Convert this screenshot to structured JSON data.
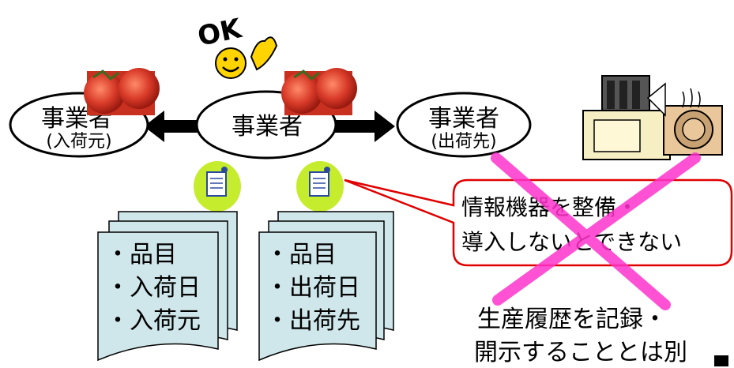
{
  "ok_text": "OK",
  "nodes": {
    "left": {
      "line1": "事業者",
      "line2": "(入荷元)"
    },
    "center": {
      "line1": "事業者"
    },
    "right": {
      "line1": "事業者",
      "line2": "(出荷先)"
    }
  },
  "doc_left": {
    "items": [
      "・品目",
      "・入荷日",
      "・入荷元"
    ]
  },
  "doc_right": {
    "items": [
      "・品目",
      "・出荷日",
      "・出荷先"
    ]
  },
  "callout": {
    "line1": "情報機器を整備・",
    "line2": "導入しないとできない"
  },
  "bottom_text": {
    "line1": "生産履歴を記録・",
    "line2": "開示することとは別"
  },
  "colors": {
    "tomato": "#d83a28",
    "doc_fill": "#cfe6ea",
    "callout_border": "#e00000",
    "cross": "#ff33cc",
    "notepad_green": "#c6ec2e",
    "smiley": "#ffd400"
  }
}
